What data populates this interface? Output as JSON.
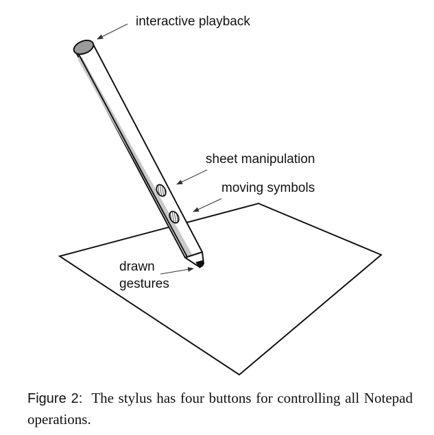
{
  "diagram": {
    "labels": {
      "top_button": "interactive playback",
      "upper_side_button": "sheet manipulation",
      "lower_side_button": "moving symbols",
      "tip_line1": "drawn",
      "tip_line2": "gestures"
    }
  },
  "caption": {
    "figure_label": "Figure 2:",
    "text": "The stylus has four buttons for controlling all Notepad operations."
  }
}
